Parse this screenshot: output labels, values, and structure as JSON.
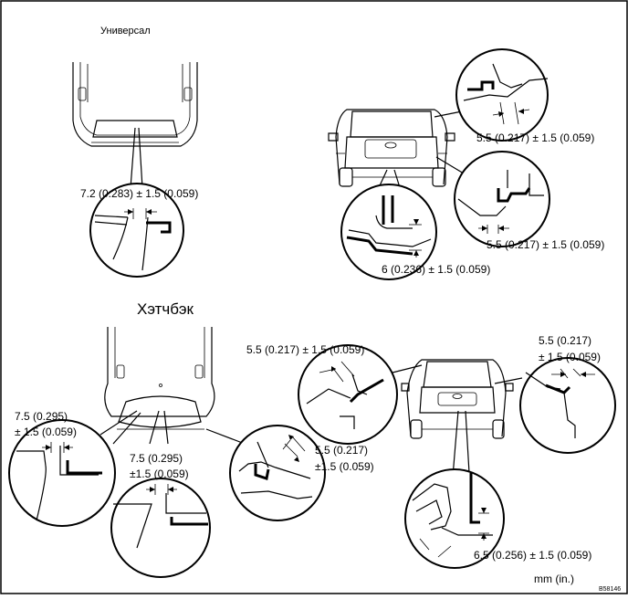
{
  "sections": {
    "wagon_title": "Универсал",
    "hatchback_title": "Хэтчбэк"
  },
  "dimensions": {
    "wagon_rear_lower": "7.2 (0.283) ± 1.5 (0.059)",
    "wagon_side_upper": "5.5 (0.217) ± 1.5 (0.059)",
    "wagon_side_lower": "5.5 (0.217) ± 1.5 (0.059)",
    "wagon_center_lower": "6 (0.236) ± 1.5 (0.059)",
    "hb_left_line1": "7.5 (0.295)",
    "hb_left_line2": "± 1.5 (0.059)",
    "hb_center_line1": "7.5 (0.295)",
    "hb_center_line2": "±1.5 (0.059)",
    "hb_right_line1": "5.5 (0.217)",
    "hb_right_line2": "±1.5 (0.059)",
    "hb_rear_upper_left": "5.5 (0.217) ± 1.5 (0.059)",
    "hb_rear_upper_right_line1": "5.5 (0.217)",
    "hb_rear_upper_right_line2": "± 1.5 (0.059)",
    "hb_rear_lower": "6.5 (0.256) ± 1.5 (0.059)"
  },
  "units": "mm (in.)",
  "figure_code": "B58146"
}
